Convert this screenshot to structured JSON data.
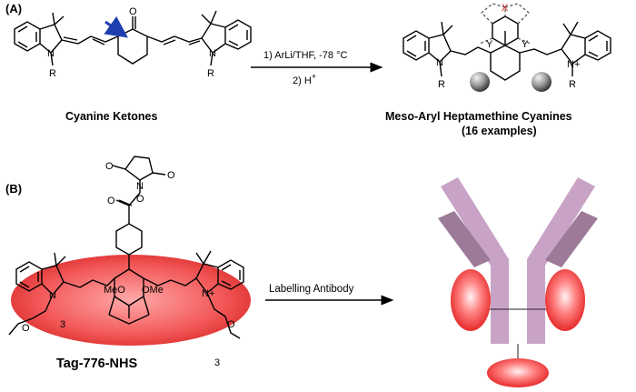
{
  "panel_a": {
    "label": "(A)",
    "arrow_top": "1) ArLi/THF, -78 °C",
    "arrow_bottom": "2) H",
    "arrow_bottom_sup": "+",
    "left_caption": "Cyanine Ketones",
    "right_caption_line1": "Meso-Aryl Heptamethine Cyanines",
    "right_caption_line2": "(16 examples)",
    "atoms": {
      "n": "N",
      "r": "R",
      "o": "O",
      "y": "Y",
      "x": "X",
      "n_plus": "N+"
    }
  },
  "panel_b": {
    "label": "(B)",
    "arrow_label": "Labelling Antibody",
    "compound_name": "Tag-776-NHS",
    "atoms": {
      "meo_left": "MeO",
      "ome_right": "OMe",
      "n": "N",
      "n_plus": "N+",
      "o": "O",
      "three": "3"
    }
  },
  "colors": {
    "ellipse_red": "#e8262a",
    "antibody_light": "#c9a3c6",
    "antibody_dark": "#9c7a98",
    "arrow_blue": "#1f3fb0",
    "x_red": "#d22020"
  }
}
